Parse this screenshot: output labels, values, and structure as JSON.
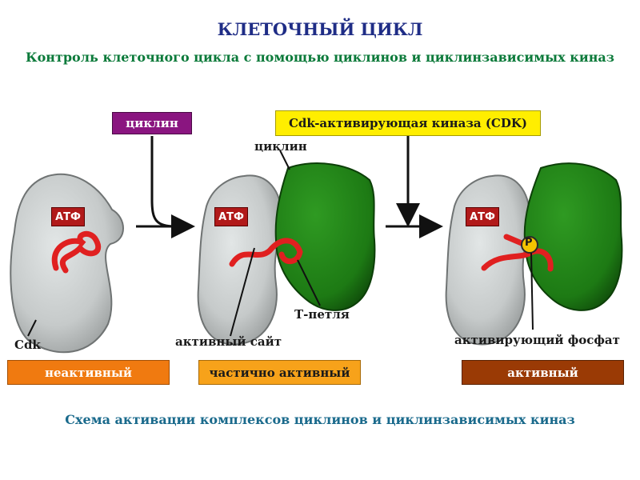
{
  "title": "КЛЕТОЧНЫЙ ЦИКЛ",
  "subtitle": "Контроль клеточного цикла с помощью циклинов и циклинзависимых киназ",
  "caption": "Схема активации комплексов циклинов и циклинзависимых киназ",
  "top_boxes": {
    "cyclin": "циклин",
    "cak": "Cdk-активирующая киназа (CDK)"
  },
  "labels": {
    "cyclin_label": "циклин",
    "cdk": "Cdk",
    "active_site": "активный сайт",
    "t_loop": "Т-петля",
    "activating_phosphate": "активирующий фосфат",
    "phosphate_symbol": "P"
  },
  "atf_label": "АТФ",
  "states": {
    "inactive": "неактивный",
    "partially_active": "частично активный",
    "active": "активный"
  },
  "colors": {
    "title": "#1f2d86",
    "subtitle": "#0b7a3a",
    "caption": "#1a6a8c",
    "cyclin_box": "#8a1580",
    "cak_box": "#ffee00",
    "inactive_box": "#f07a10",
    "partial_box": "#f7a21a",
    "active_box": "#9a3a05",
    "cdk_body": "#c8cccc",
    "cyclin_body": "#1f7a14",
    "loop": "#e02020",
    "phosphate": "#f4c400"
  }
}
